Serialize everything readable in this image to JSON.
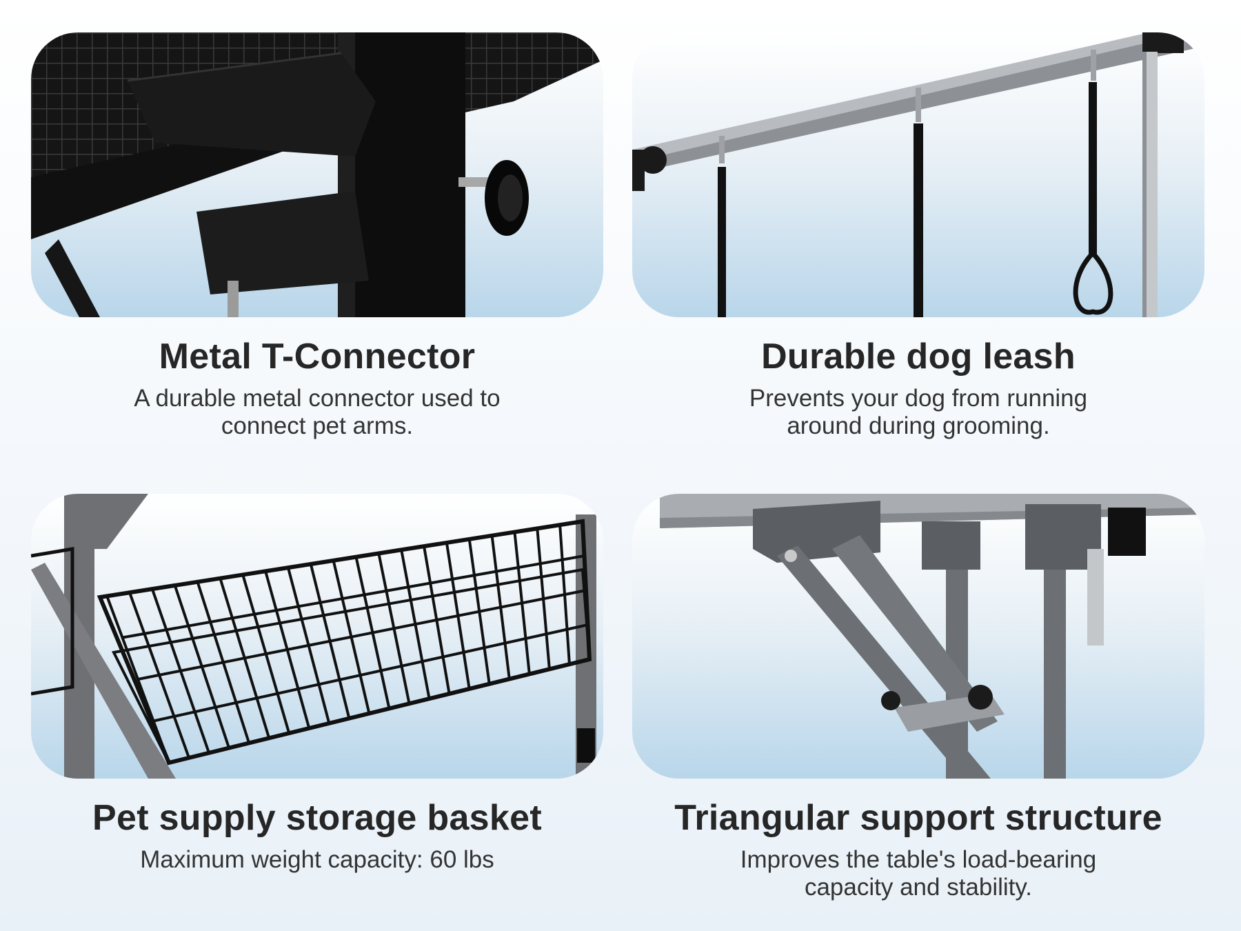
{
  "features": [
    {
      "image": "metal-t-connector-photo",
      "title": "Metal T-Connector",
      "description": "A durable metal connector used to connect pet arms."
    },
    {
      "image": "dog-leash-photo",
      "title": "Durable dog leash",
      "description": "Prevents your dog from running around during grooming."
    },
    {
      "image": "storage-basket-photo",
      "title": "Pet supply storage basket",
      "description": "Maximum weight capacity: 60 lbs"
    },
    {
      "image": "triangular-support-photo",
      "title": "Triangular support structure",
      "description": "Improves the table's load-bearing capacity and stability."
    }
  ],
  "colors": {
    "title": "#262626",
    "text": "#333333",
    "panel_top": "#ffffff",
    "panel_bottom": "#b9d6ea",
    "metal_dark": "#1b1b1b",
    "metal_gray": "#6d6f72",
    "steel": "#b9bcc0"
  }
}
